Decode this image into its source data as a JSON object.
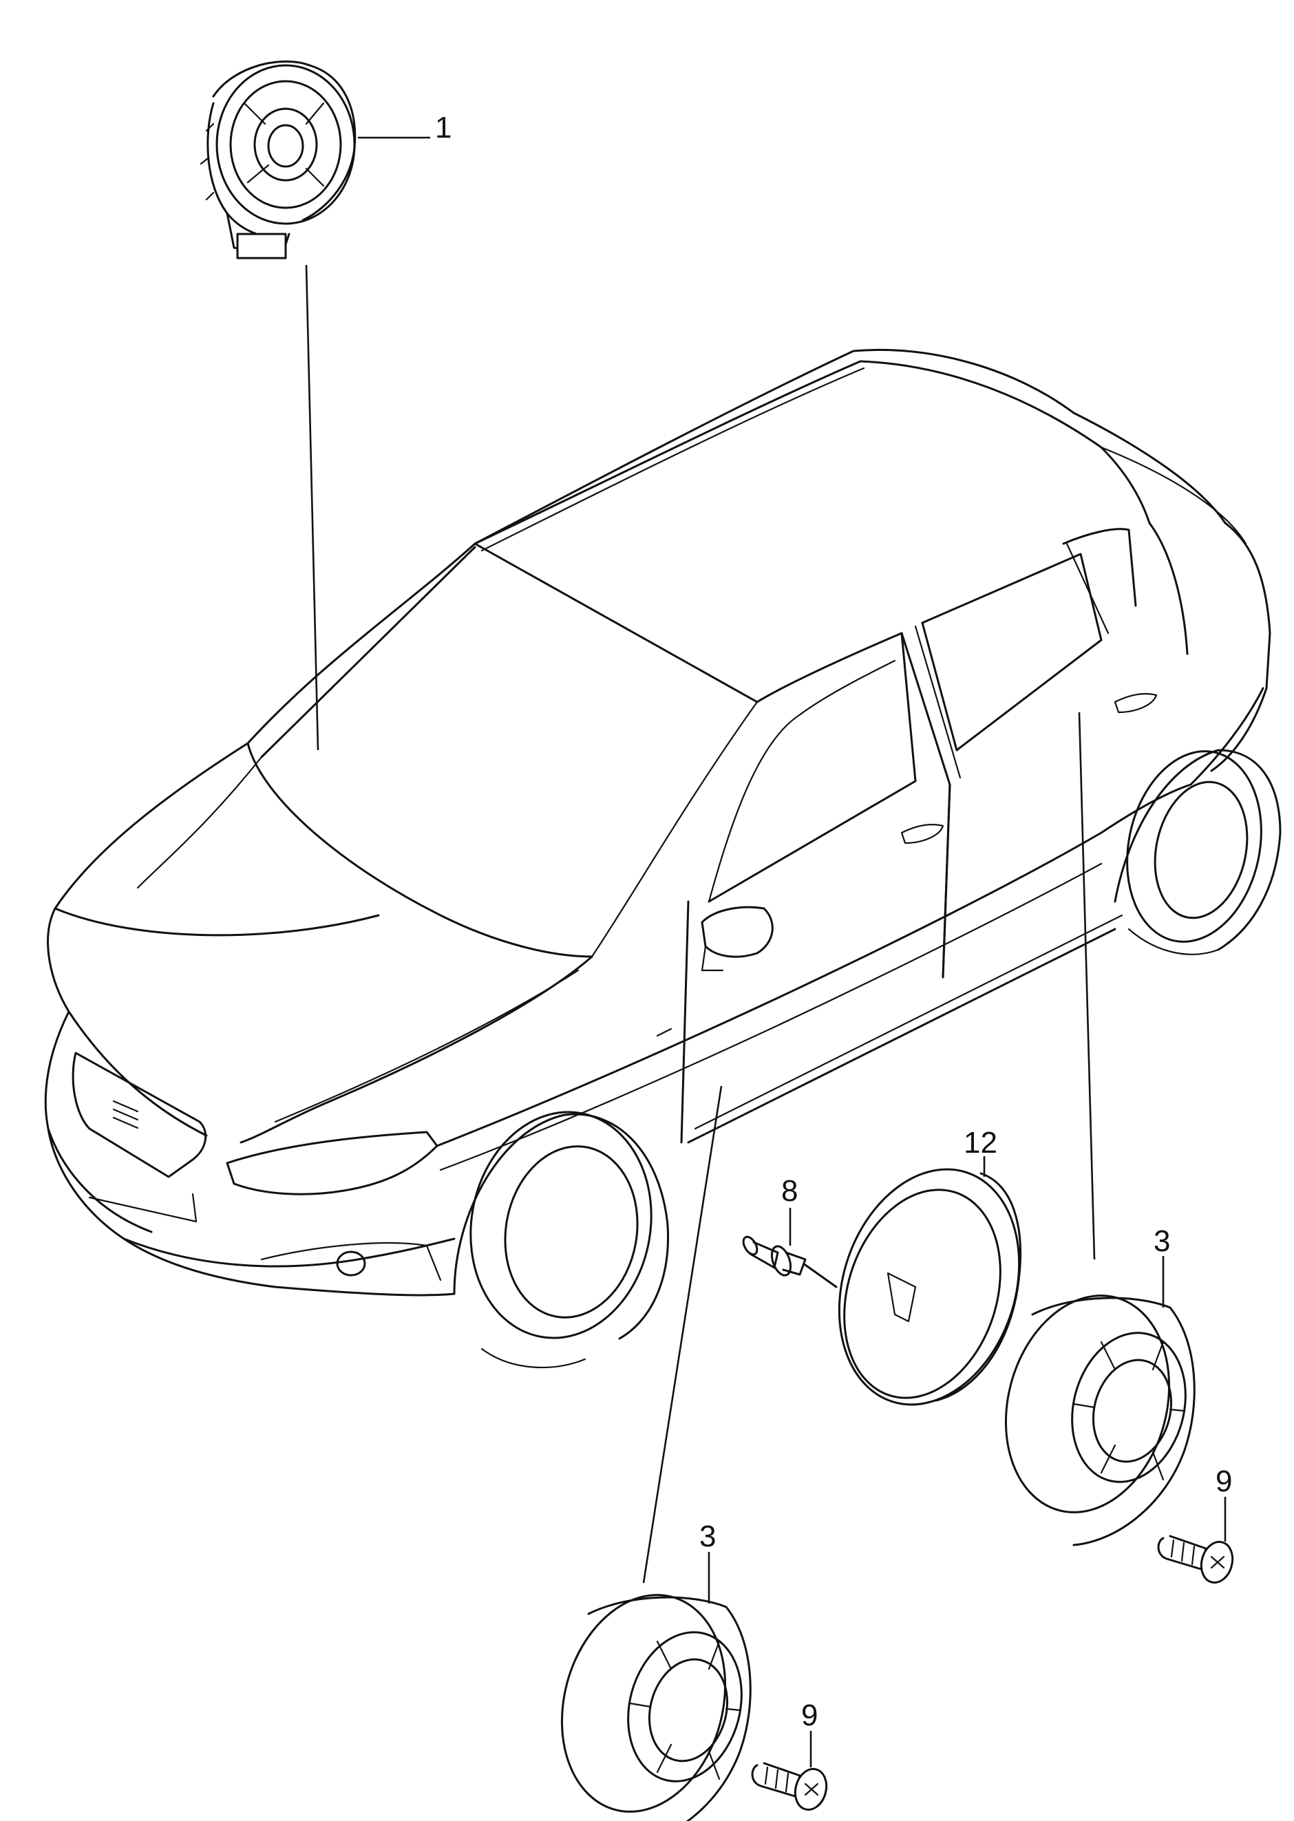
{
  "callouts": [
    {
      "id": "c1",
      "label": "1"
    },
    {
      "id": "c12",
      "label": "12"
    },
    {
      "id": "c8",
      "label": "8"
    },
    {
      "id": "c3a",
      "label": "3"
    },
    {
      "id": "c9a",
      "label": "9"
    },
    {
      "id": "c3b",
      "label": "3"
    },
    {
      "id": "c9b",
      "label": "9"
    }
  ]
}
